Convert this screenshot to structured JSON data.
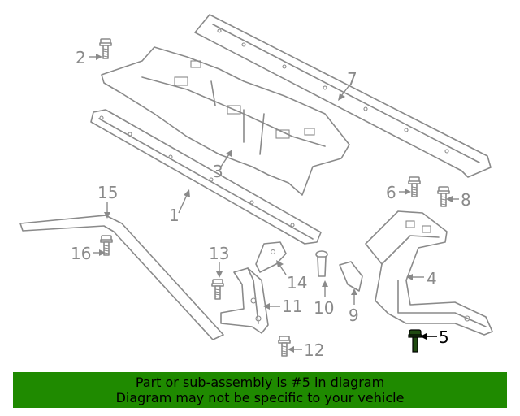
{
  "diagram": {
    "callouts": [
      "1",
      "2",
      "3",
      "4",
      "5",
      "6",
      "7",
      "8",
      "9",
      "10",
      "11",
      "12",
      "13",
      "14",
      "15",
      "16"
    ],
    "highlighted_callout": "5",
    "colors": {
      "part_line": "#8a8a8a",
      "highlight": "#1f4a10",
      "banner_bg": "#1f8a00",
      "banner_text": "#000000"
    }
  },
  "banner": {
    "line1": "Part or sub-assembly is #5 in diagram",
    "line2": "Diagram may not be specific to your vehicle"
  }
}
